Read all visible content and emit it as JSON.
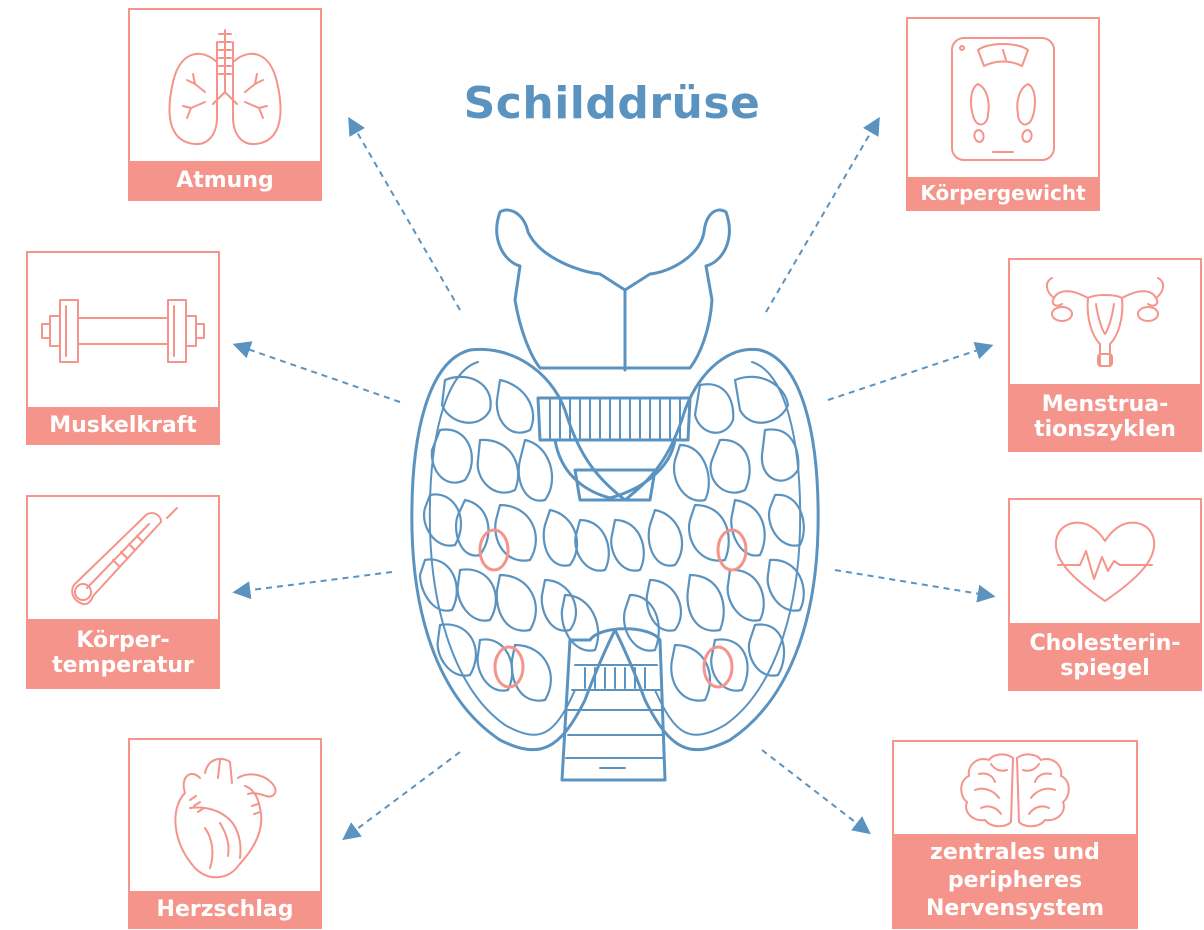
{
  "title": "Schilddrüse",
  "colors": {
    "accent_blue": "#5b93c0",
    "accent_coral": "#f4948a"
  },
  "cards": {
    "atmung": {
      "label_lines": [
        "Atmung"
      ],
      "icon": "lungs-icon"
    },
    "muskelkraft": {
      "label_lines": [
        "Muskelkraft"
      ],
      "icon": "dumbbell-icon"
    },
    "temperatur": {
      "label_lines": [
        "Körper-",
        "temperatur"
      ],
      "icon": "thermometer-icon"
    },
    "herzschlag": {
      "label_lines": [
        "Herzschlag"
      ],
      "icon": "heart-organ-icon"
    },
    "gewicht": {
      "label_lines": [
        "Körpergewicht"
      ],
      "icon": "scale-icon"
    },
    "menstruation": {
      "label_lines": [
        "Menstrua-",
        "tionszyklen"
      ],
      "icon": "uterus-icon"
    },
    "cholesterin": {
      "label_lines": [
        "Cholesterin-",
        "spiegel"
      ],
      "icon": "heart-pulse-icon"
    },
    "nerven": {
      "label_lines": [
        "zentrales und",
        "peripheres",
        "Nervensystem"
      ],
      "icon": "brain-icon"
    }
  }
}
